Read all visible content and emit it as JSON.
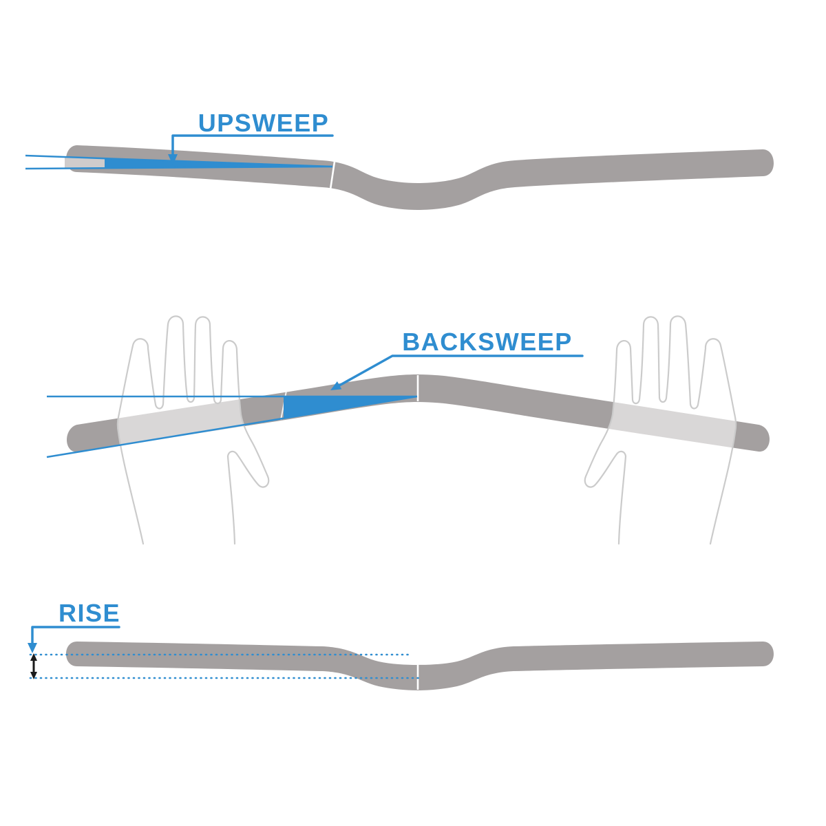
{
  "diagram": {
    "annotations": {
      "upsweep": {
        "label": "UPSWEEP"
      },
      "backsweep": {
        "label": "BACKSWEEP"
      },
      "rise": {
        "label": "RISE"
      }
    }
  },
  "colors": {
    "accent": "#2f8dd0",
    "bar": "#a4a0a0",
    "barlight": "#cfcccc",
    "hand": "#cbcbcb",
    "dark": "#1b1b1b",
    "bg": "#ffffff"
  }
}
